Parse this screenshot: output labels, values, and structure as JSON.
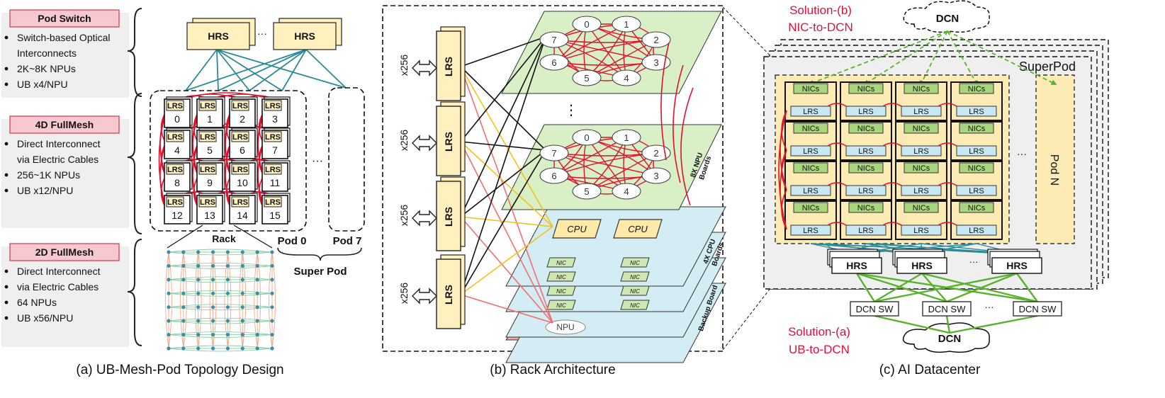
{
  "panel_a": {
    "caption": "(a) UB-Mesh-Pod Topology Design",
    "levels": [
      {
        "title": "Pod Switch",
        "bullets": [
          "Switch-based Optical",
          "Interconnects",
          "2K~8K NPUs",
          "UB x4/NPU"
        ]
      },
      {
        "title": "4D FullMesh",
        "bullets": [
          "Direct Interconnect",
          "via Electric Cables",
          " 256~1K NPUs",
          "UB x12/NPU"
        ]
      },
      {
        "title": "2D FullMesh",
        "bullets": [
          "Direct Interconnect",
          "via Electric Cables",
          "64 NPUs",
          "UB x56/NPU"
        ]
      }
    ],
    "hrs_label": "HRS",
    "hrs_ellipsis": "···",
    "lrs_label": "LRS",
    "rack_numbers": [
      "0",
      "1",
      "2",
      "3",
      "4",
      "5",
      "6",
      "7",
      "8",
      "9",
      "10",
      "11",
      "12",
      "13",
      "14",
      "15"
    ],
    "ellipsis": "···",
    "rack_label": "Rack",
    "pod0_label": "Pod 0",
    "pod7_label": "Pod 7",
    "superpod_label": "Super Pod"
  },
  "panel_b": {
    "caption": "(b) Rack  Architecture",
    "lrs_label": "LRS",
    "multiplier": "x256",
    "npu_numbers": [
      "0",
      "1",
      "2",
      "3",
      "4",
      "5",
      "6",
      "7"
    ],
    "npu_board_label": [
      "8X NPU",
      "Boards"
    ],
    "cpu_board_label": [
      "4X CPU",
      "Boards"
    ],
    "backup_label": "Backup Board",
    "cpu_label": "CPU",
    "nic_label": "NIC",
    "npu_label": "NPU",
    "vdots": "⋮"
  },
  "panel_c": {
    "caption": "(c) AI Datacenter",
    "solution_b": [
      "Solution-(b)",
      "NIC-to-DCN"
    ],
    "solution_a": [
      "Solution-(a)",
      "UB-to-DCN"
    ],
    "dcn_label": "DCN",
    "superpod_label": "SuperPod",
    "nics_label": "NICs",
    "lrs_label": "LRS",
    "ellipsis": "···",
    "pod_n_label": "Pod N",
    "hrs_label": "HRS",
    "dcn_sw_label": "DCN SW"
  },
  "colors": {
    "pink_fill": "#f7c8d0",
    "yellow_fill": "#fff0c0",
    "teal": "#2a8a96",
    "red": "#e0102e",
    "green_line": "#59b22e",
    "board_green": "#d9efc6",
    "board_blue": "#d4ecf4",
    "board_red": "#f5a7a9",
    "label_red": "#e0103a"
  }
}
